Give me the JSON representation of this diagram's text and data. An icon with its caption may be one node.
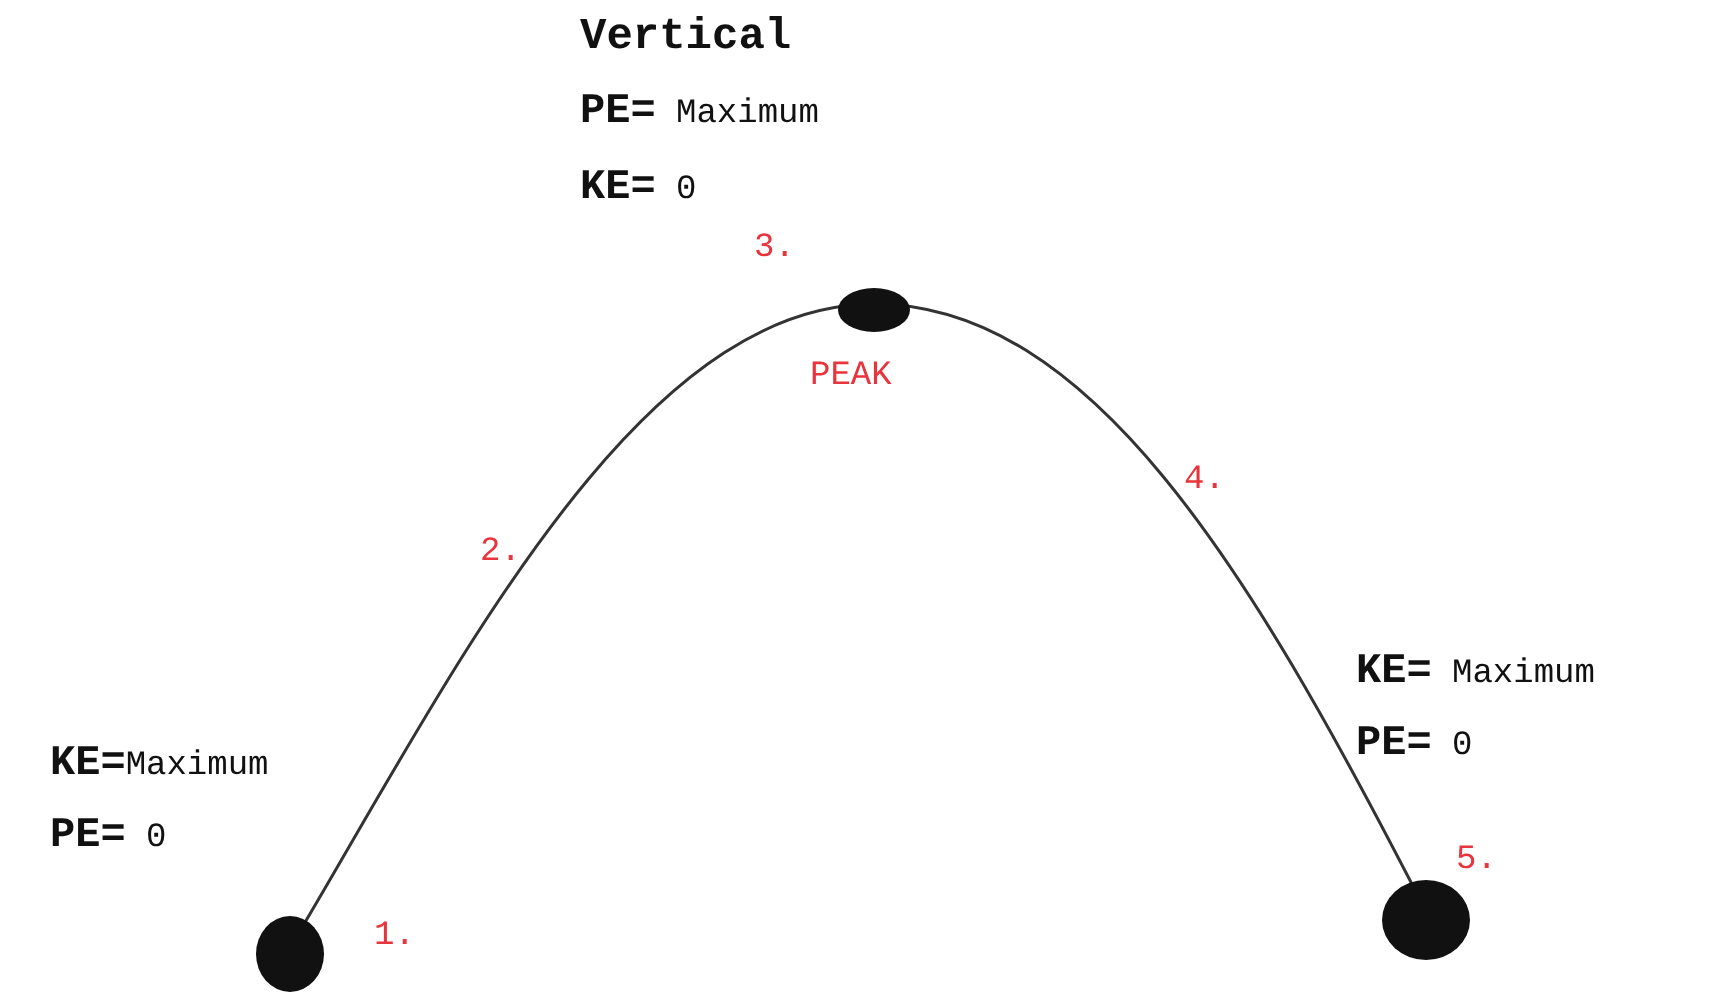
{
  "diagram": {
    "labels": [
      "Vertical",
      "**PE=** Maximum",
      "**KE=** 0",
      "3.",
      "PEAK",
      "4.",
      "2.",
      "**KE=** Maximum",
      "**PE=** 0",
      "**KE=**Maximum",
      "**PE=** 0",
      "5.",
      "1."
    ]
  }
}
